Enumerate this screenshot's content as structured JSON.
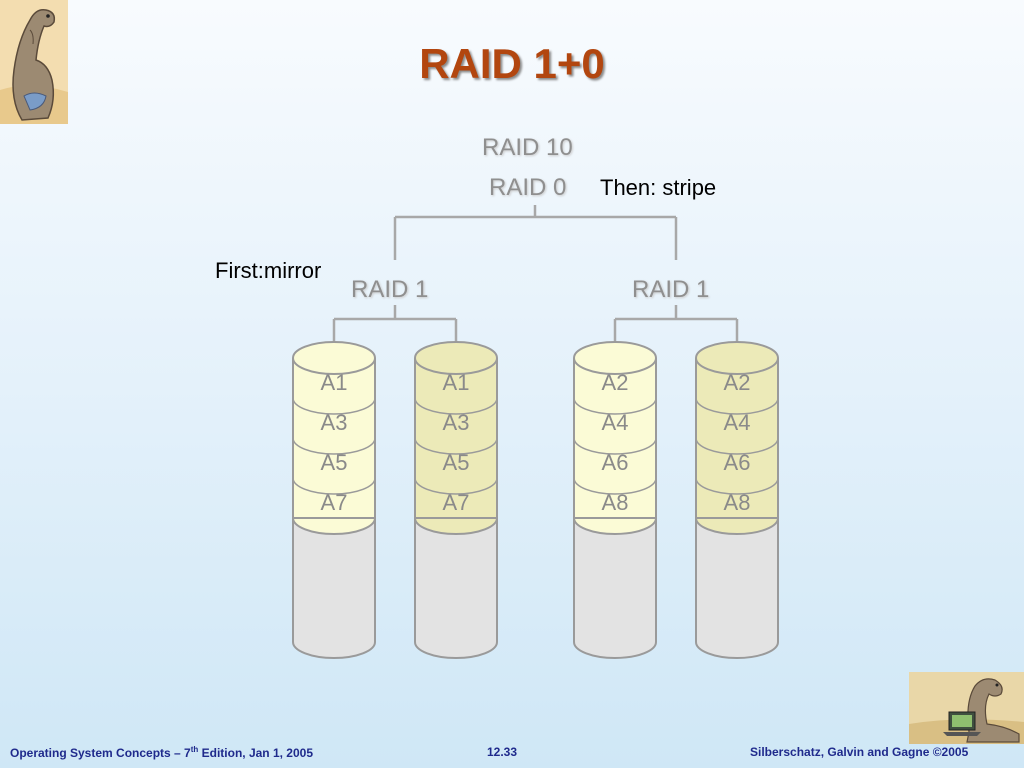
{
  "slide": {
    "title": "RAID 1+0"
  },
  "diagram": {
    "raid10_label": "RAID 10",
    "raid0_label": "RAID 0",
    "raid1_left_label": "RAID 1",
    "raid1_right_label": "RAID 1",
    "then_note": "Then: stripe",
    "first_note": "First:mirror",
    "disks": [
      {
        "blocks": [
          "A1",
          "A3",
          "A5",
          "A7"
        ]
      },
      {
        "blocks": [
          "A1",
          "A3",
          "A5",
          "A7"
        ]
      },
      {
        "blocks": [
          "A2",
          "A4",
          "A6",
          "A8"
        ]
      },
      {
        "blocks": [
          "A2",
          "A4",
          "A6",
          "A8"
        ]
      }
    ],
    "colors": {
      "block_fill_primary": "#fbfbd6",
      "block_fill_mirror": "#eceab8",
      "empty_fill": "#e3e3e3",
      "outline": "#9a9a9a",
      "block_text": "#8a8a8a"
    }
  },
  "footer": {
    "left_prefix": "Operating System Concepts – 7",
    "left_sup": "th",
    "left_suffix": " Edition, Jan 1, 2005",
    "center": "12.33",
    "right": "Silberschatz, Galvin and Gagne ©2005"
  },
  "icons": {
    "top_logo": "dinosaur-logo-icon",
    "bottom_logo": "dinosaur-laptop-icon"
  }
}
